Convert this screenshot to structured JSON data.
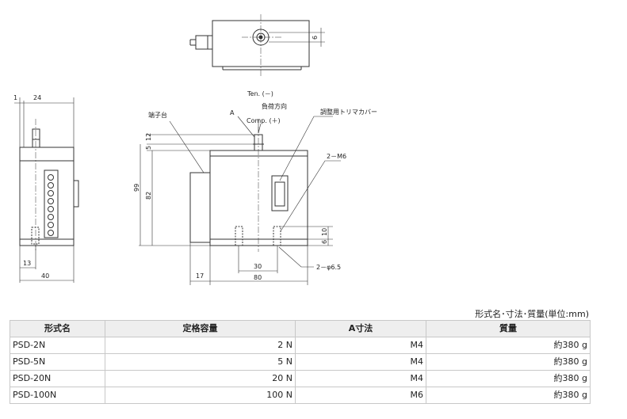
{
  "drawing": {
    "dims": {
      "d1": "1",
      "d24": "24",
      "d13": "13",
      "d40": "40",
      "d5": "5",
      "d12": "12",
      "d99": "99",
      "d82": "82",
      "d17": "17",
      "d30": "30",
      "d80": "80",
      "d6top": "6",
      "d6side": "6",
      "d10": "10"
    },
    "labels": {
      "tension": "Ten. (－)",
      "load_direction": "負荷方向",
      "compression": "Comp. (＋)",
      "point_a": "A",
      "terminal_block": "端子台",
      "trimmer_cover": "調整用トリマカバー",
      "thread": "2－M6",
      "hole": "2－φ6.5"
    }
  },
  "table": {
    "caption": "形式名･寸法･質量(単位:mm)",
    "headers": [
      "形式名",
      "定格容量",
      "A寸法",
      "質量"
    ],
    "rows": [
      [
        "PSD-2N",
        "2 N",
        "M4",
        "約380 g"
      ],
      [
        "PSD-5N",
        "5 N",
        "M4",
        "約380 g"
      ],
      [
        "PSD-20N",
        "20 N",
        "M4",
        "約380 g"
      ],
      [
        "PSD-100N",
        "100 N",
        "M6",
        "約380 g"
      ]
    ]
  }
}
